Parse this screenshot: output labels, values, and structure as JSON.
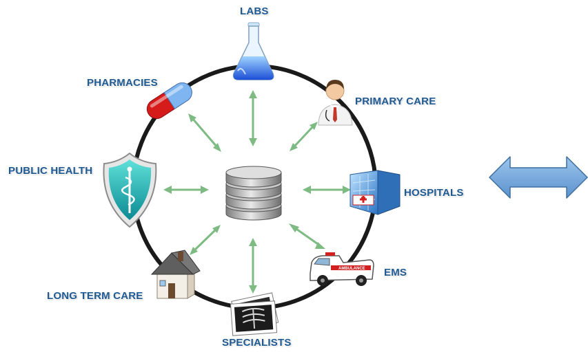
{
  "diagram": {
    "nodes": [
      {
        "id": "labs",
        "label": "LABS",
        "icon": "flask-icon"
      },
      {
        "id": "primary-care",
        "label": "PRIMARY CARE",
        "icon": "doctor-icon"
      },
      {
        "id": "hospitals",
        "label": "HOSPITALS",
        "icon": "hospital-building-icon"
      },
      {
        "id": "ems",
        "label": "EMS",
        "icon": "ambulance-icon"
      },
      {
        "id": "specialists",
        "label": "SPECIALISTS",
        "icon": "xray-films-icon"
      },
      {
        "id": "long-term-care",
        "label": "LONG TERM CARE",
        "icon": "house-icon"
      },
      {
        "id": "public-health",
        "label": "PUBLIC HEALTH",
        "icon": "caduceus-shield-icon"
      },
      {
        "id": "pharmacies",
        "label": "PHARMACIES",
        "icon": "capsule-icon"
      }
    ],
    "ambulance_text": "AMBULANCE",
    "hub_icon": "database-icon",
    "side_icon": "double-arrow-icon",
    "colors": {
      "label": "#1f5a93",
      "ring": "#1a1a1a",
      "arrow": "#7dbb83",
      "big_arrow_fill": "#6fa3d8",
      "big_arrow_stroke": "#3d6f9f"
    }
  }
}
